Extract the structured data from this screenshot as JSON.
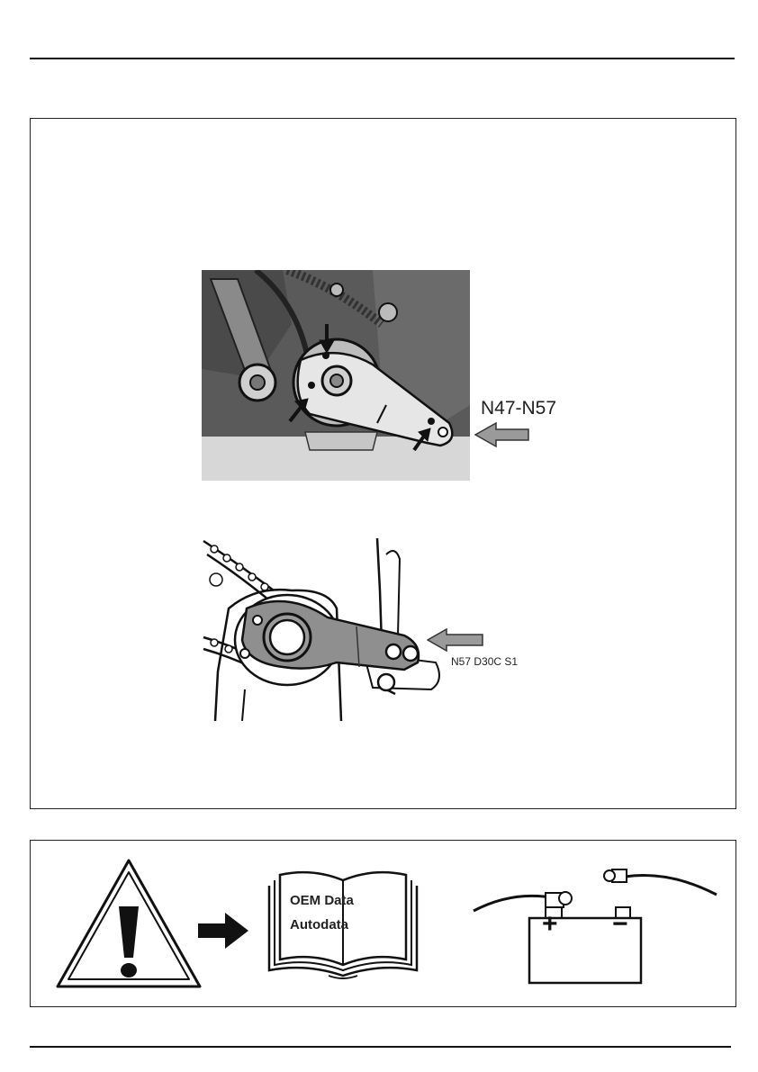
{
  "figure_1": {
    "label": "N47-N57"
  },
  "figure_2": {
    "label": "N57 D30C S1"
  },
  "notice": {
    "book_line_1": "OEM Data",
    "book_line_2": "Autodata",
    "battery_plus": "+",
    "battery_minus": "−"
  }
}
